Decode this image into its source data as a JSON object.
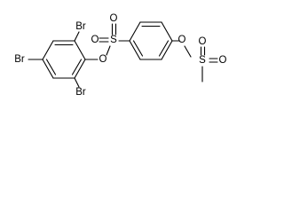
{
  "atoms": {
    "br_top": "Br",
    "br_left": "Br",
    "br_bottom": "Br",
    "o_ester": "O",
    "s_sulfonyl": "S",
    "o_sulfonyl_top": "O",
    "o_sulfonyl_left": "O",
    "o_mesyloxy": "O",
    "s_mesyl": "S",
    "o_mesyl_top": "O",
    "o_mesyl_right": "O"
  }
}
